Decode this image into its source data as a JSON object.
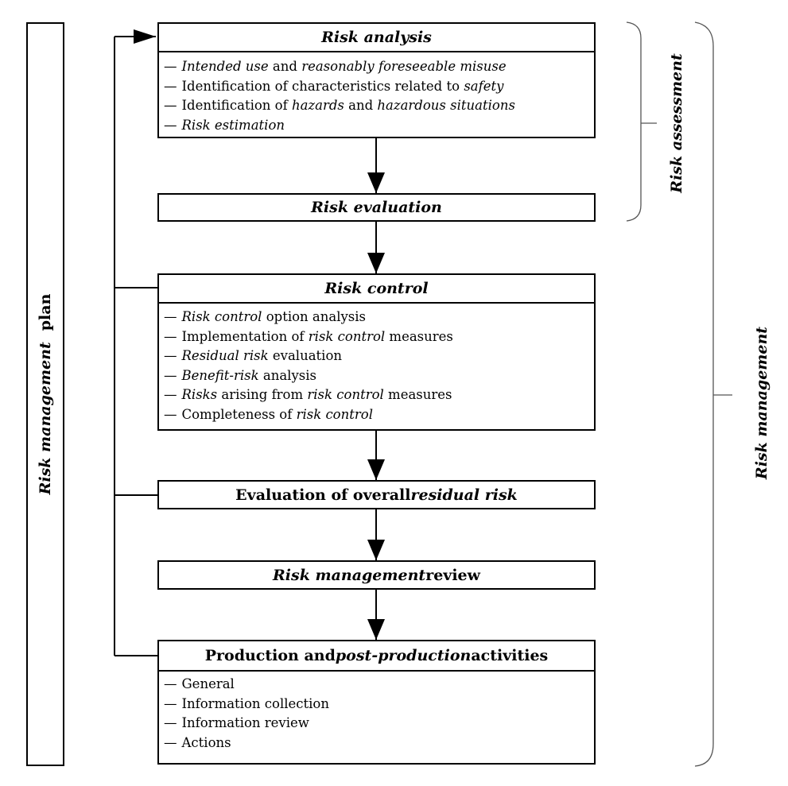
{
  "plan": {
    "label_italic": "Risk management",
    "label_plain": "plan"
  },
  "boxes": {
    "risk_analysis": {
      "title": [
        {
          "text": "Risk analysis",
          "i": true
        }
      ],
      "items": [
        [
          {
            "text": "Intended use",
            "i": true
          },
          {
            "text": " and "
          },
          {
            "text": "reasonably foreseeable misuse",
            "i": true
          }
        ],
        [
          {
            "text": "Identification of characteristics related to "
          },
          {
            "text": "safety",
            "i": true
          }
        ],
        [
          {
            "text": "Identification of "
          },
          {
            "text": "hazards",
            "i": true
          },
          {
            "text": " and "
          },
          {
            "text": "hazardous situations",
            "i": true
          }
        ],
        [
          {
            "text": "Risk estimation",
            "i": true
          }
        ]
      ]
    },
    "risk_evaluation": {
      "title": [
        {
          "text": "Risk evaluation",
          "i": true
        }
      ]
    },
    "risk_control": {
      "title": [
        {
          "text": "Risk control",
          "i": true
        }
      ],
      "items": [
        [
          {
            "text": "Risk control",
            "i": true
          },
          {
            "text": " option analysis"
          }
        ],
        [
          {
            "text": "Implementation of "
          },
          {
            "text": "risk control",
            "i": true
          },
          {
            "text": " measures"
          }
        ],
        [
          {
            "text": "Residual risk",
            "i": true
          },
          {
            "text": " evaluation"
          }
        ],
        [
          {
            "text": "Benefit-risk",
            "i": true
          },
          {
            "text": " analysis"
          }
        ],
        [
          {
            "text": "Risks",
            "i": true
          },
          {
            "text": " arising from "
          },
          {
            "text": "risk control",
            "i": true
          },
          {
            "text": " measures"
          }
        ],
        [
          {
            "text": "Completeness of "
          },
          {
            "text": "risk control",
            "i": true
          }
        ]
      ]
    },
    "overall_residual": {
      "title": [
        {
          "text": "Evaluation of overall "
        },
        {
          "text": "residual risk",
          "i": true
        }
      ]
    },
    "review": {
      "title": [
        {
          "text": "Risk management",
          "i": true
        },
        {
          "text": " review"
        }
      ]
    },
    "production": {
      "title": [
        {
          "text": "Production and "
        },
        {
          "text": "post-production",
          "i": true
        },
        {
          "text": " activities"
        }
      ],
      "items": [
        [
          {
            "text": "General"
          }
        ],
        [
          {
            "text": "Information collection"
          }
        ],
        [
          {
            "text": "Information review"
          }
        ],
        [
          {
            "text": "Actions"
          }
        ]
      ]
    }
  },
  "bullet": "—",
  "brackets": {
    "assessment": "Risk assessment",
    "management": "Risk management"
  }
}
